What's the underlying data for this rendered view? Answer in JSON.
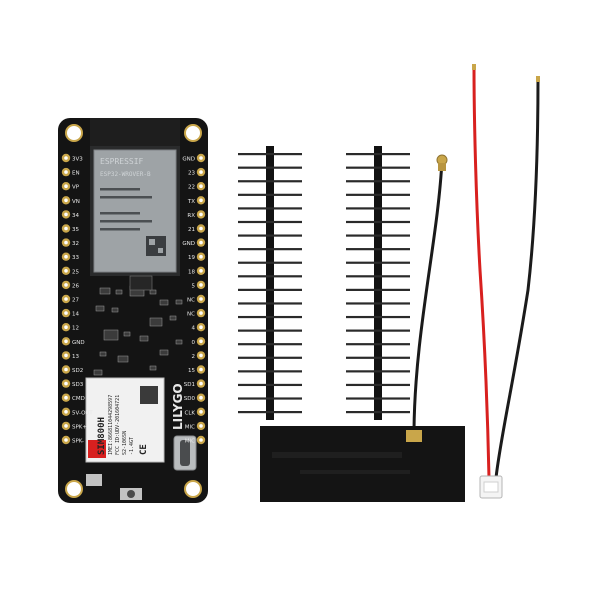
{
  "board": {
    "brand": "LILYGO",
    "module_brand": "ESPRESSIF",
    "module_model": "ESP32-WROVER-B",
    "sim_model": "SIM800H",
    "sim_lines": [
      "IMEI:866811044298597",
      "FCC ID:UDV-201604721",
      "S2-106SN",
      "-1.4GT"
    ],
    "ce_mark": "CE",
    "left_pins": [
      "3V3",
      "EN",
      "VP",
      "VN",
      "34",
      "35",
      "32",
      "33",
      "25",
      "26",
      "27",
      "14",
      "12",
      "GND",
      "13",
      "SD2",
      "SD3",
      "CMD",
      "5V-OUT",
      "SPK+",
      "SPK-"
    ],
    "right_pins": [
      "GND",
      "23",
      "22",
      "TX",
      "RX",
      "21",
      "GND",
      "19",
      "18",
      "5",
      "NC",
      "NC",
      "4",
      "0",
      "2",
      "15",
      "SD1",
      "SD0",
      "CLK",
      "MIC",
      "MIC"
    ]
  },
  "colors": {
    "pcb": "#141414",
    "gold": "#c9a64a",
    "shield": "#9ea3a6",
    "antenna_wire": "#1a1a1a",
    "red_wire": "#d8201f",
    "black_wire": "#1b1b1b",
    "connector": "#f4f4f4"
  }
}
